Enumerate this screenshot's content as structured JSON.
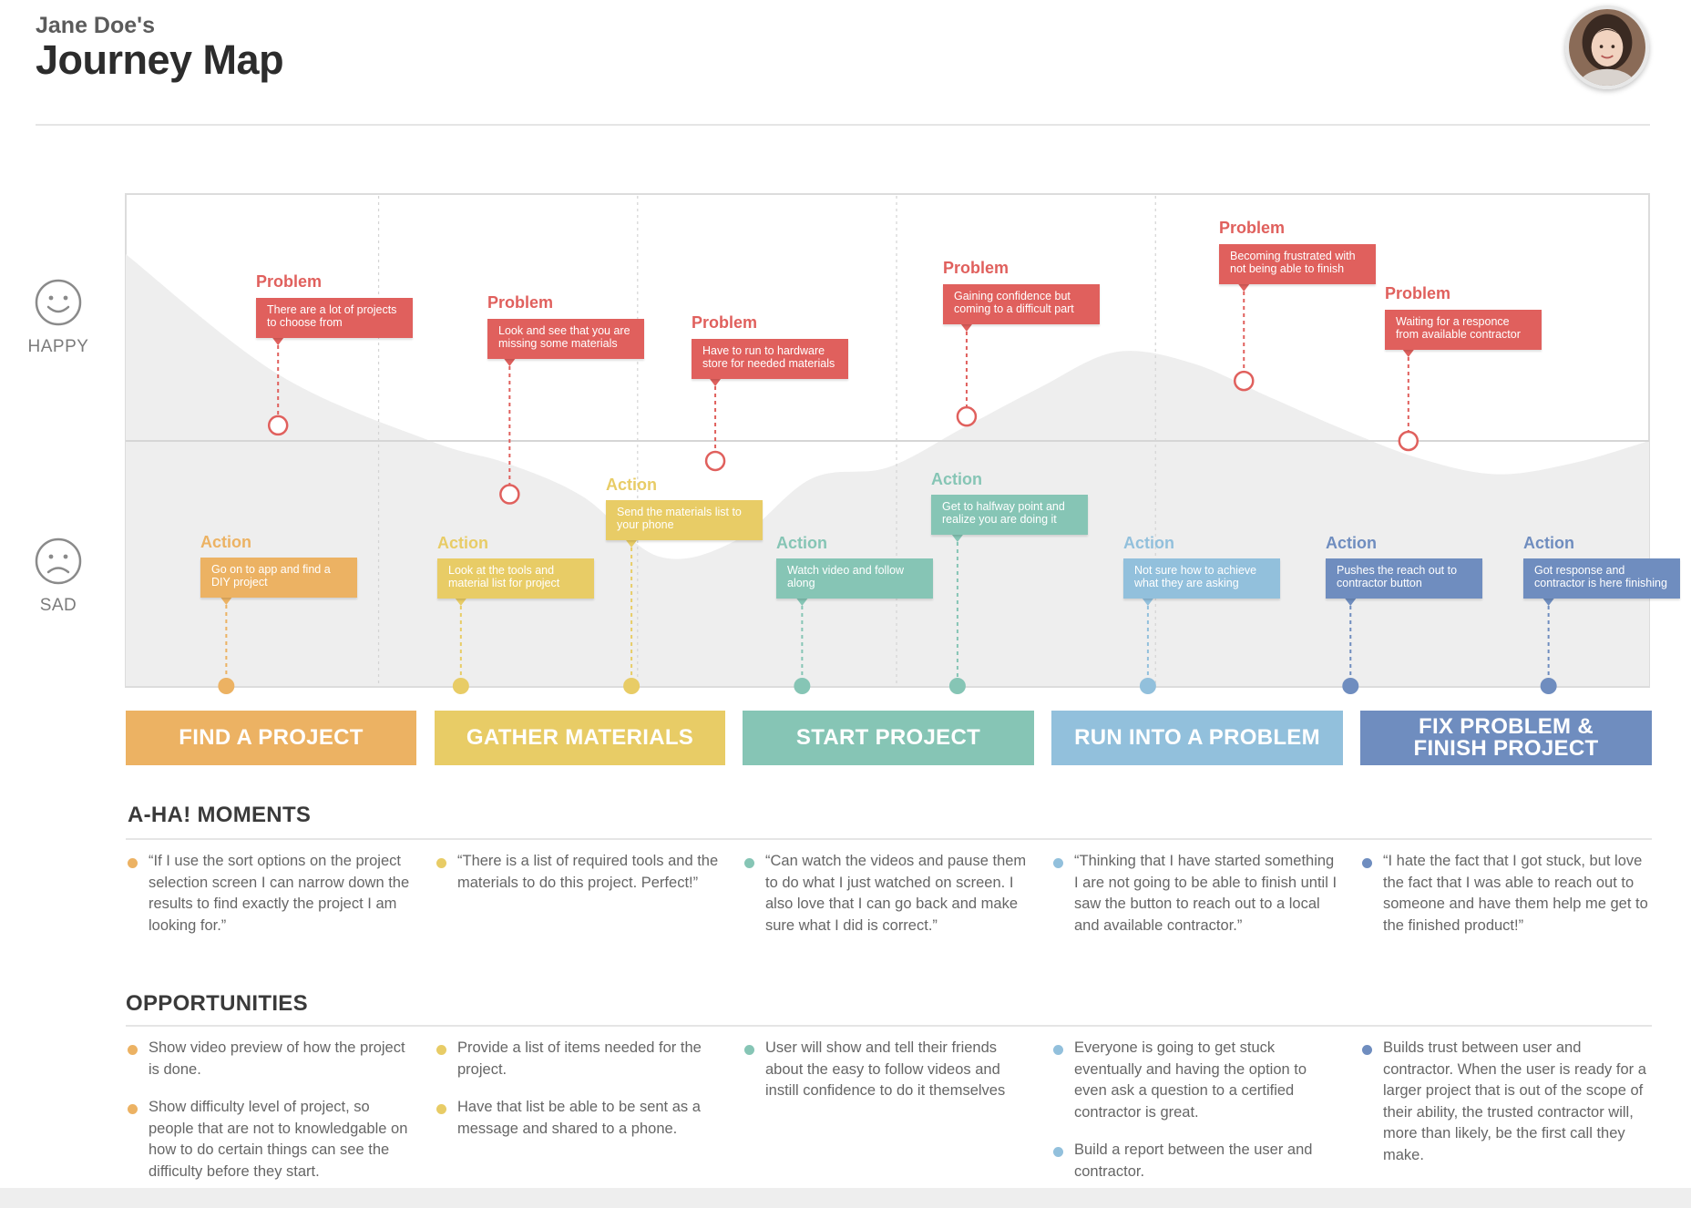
{
  "header": {
    "subtitle": "Jane Doe's",
    "title": "Journey Map"
  },
  "moods": {
    "happy": "HAPPY",
    "sad": "SAD"
  },
  "colors": {
    "problem": "#e0605d",
    "find": "#ecb263",
    "gather": "#e8cc66",
    "start": "#86c5b5",
    "run": "#92c0dc",
    "fix": "#6f8dbf",
    "area": "#eeeeee"
  },
  "phases": [
    {
      "label": "FIND A PROJECT"
    },
    {
      "label": "GATHER MATERIALS"
    },
    {
      "label": "START PROJECT"
    },
    {
      "label": "RUN INTO A PROBLEM"
    },
    {
      "label": "FIX PROBLEM & FINISH PROJECT"
    }
  ],
  "chart_data": {
    "type": "area",
    "title": "",
    "xlabel": "",
    "ylabel": "",
    "ylim": [
      -1,
      1
    ],
    "x": [
      0,
      0.1,
      0.2,
      0.25,
      0.3,
      0.35,
      0.4,
      0.45,
      0.5,
      0.55,
      0.6,
      0.65,
      0.7,
      0.75,
      0.8,
      0.85,
      0.9,
      0.95,
      1.0
    ],
    "values": [
      0.84,
      0.3,
      0.0,
      -0.1,
      -0.25,
      -0.52,
      -0.45,
      -0.17,
      -0.12,
      0.06,
      0.24,
      0.4,
      0.35,
      0.2,
      0.05,
      -0.08,
      -0.15,
      -0.1,
      0.0
    ],
    "problems": [
      {
        "title": "Problem",
        "text": "There are a lot of projects to choose from",
        "x": 0.1,
        "y": 0.07
      },
      {
        "title": "Problem",
        "text": "Look and see that you are missing some materials",
        "x": 0.252,
        "y": -0.24
      },
      {
        "title": "Problem",
        "text": "Have to run to hardware store for needed materials",
        "x": 0.387,
        "y": -0.09
      },
      {
        "title": "Problem",
        "text": "Gaining confidence but coming to a difficult part",
        "x": 0.552,
        "y": 0.11
      },
      {
        "title": "Problem",
        "text": "Becoming frustrated with not being able to finish",
        "x": 0.734,
        "y": 0.27
      },
      {
        "title": "Problem",
        "text": "Waiting for a responce from available contractor",
        "x": 0.842,
        "y": 0.0
      }
    ],
    "actions": [
      {
        "title": "Action",
        "text": "Go on to app and find a DIY project",
        "x": 0.066,
        "phase": "find"
      },
      {
        "title": "Action",
        "text": "Look at the tools and material list for project",
        "x": 0.22,
        "phase": "gather"
      },
      {
        "title": "Action",
        "text": "Send the materials list to your phone",
        "x": 0.332,
        "phase": "gather"
      },
      {
        "title": "Action",
        "text": "Watch video and follow along",
        "x": 0.444,
        "phase": "start"
      },
      {
        "title": "Action",
        "text": "Get to halfway point and realize you are doing it",
        "x": 0.546,
        "phase": "start"
      },
      {
        "title": "Action",
        "text": "Not sure how to achieve what they are asking",
        "x": 0.671,
        "phase": "run"
      },
      {
        "title": "Action",
        "text": "Pushes the reach out to contractor button",
        "x": 0.804,
        "phase": "fix"
      },
      {
        "title": "Action",
        "text": "Got response and contractor is here finishing",
        "x": 0.934,
        "phase": "fix"
      }
    ]
  },
  "aha": {
    "title": "A-HA! MOMENTS",
    "columns": [
      {
        "phase": "find",
        "items": [
          "“If I use the sort options on the project selection screen I can narrow down the results to find exactly the project I am looking for.”"
        ]
      },
      {
        "phase": "gather",
        "items": [
          "“There is a list of required tools and the materials to do this project. Perfect!”"
        ]
      },
      {
        "phase": "start",
        "items": [
          "“Can watch the videos and pause them to do what I just watched on screen. I also love that I can go back and make sure what I did is correct.”"
        ]
      },
      {
        "phase": "run",
        "items": [
          "“Thinking that I have started something I are not going to be able to finish until I saw the button to reach out to a local and available contractor.”"
        ]
      },
      {
        "phase": "fix",
        "items": [
          "“I hate the fact that I got stuck, but love the fact that I was able to reach out to someone and have them help me get to the finished product!”"
        ]
      }
    ]
  },
  "opportunities": {
    "title": "OPPORTUNITIES",
    "columns": [
      {
        "phase": "find",
        "items": [
          "Show video preview of how the project is done.",
          "Show difficulty level of project, so people that are not to knowledgable on how to do certain things can see the difficulty before they start."
        ]
      },
      {
        "phase": "gather",
        "items": [
          "Provide a list of items needed for the project.",
          "Have that list be able to be sent as a message and shared to a phone."
        ]
      },
      {
        "phase": "start",
        "items": [
          "User will show and tell their friends about the easy to follow videos and instill confidence to do it themselves"
        ]
      },
      {
        "phase": "run",
        "items": [
          "Everyone is going to get stuck eventually and having the option to even ask a question to a certified contractor is great.",
          "Build a report between the user and contractor."
        ]
      },
      {
        "phase": "fix",
        "items": [
          "Builds trust between user and contractor. When the user is ready for a larger project that is out of the scope of their ability, the trusted contractor will, more than likely, be the first call they make."
        ]
      }
    ]
  }
}
